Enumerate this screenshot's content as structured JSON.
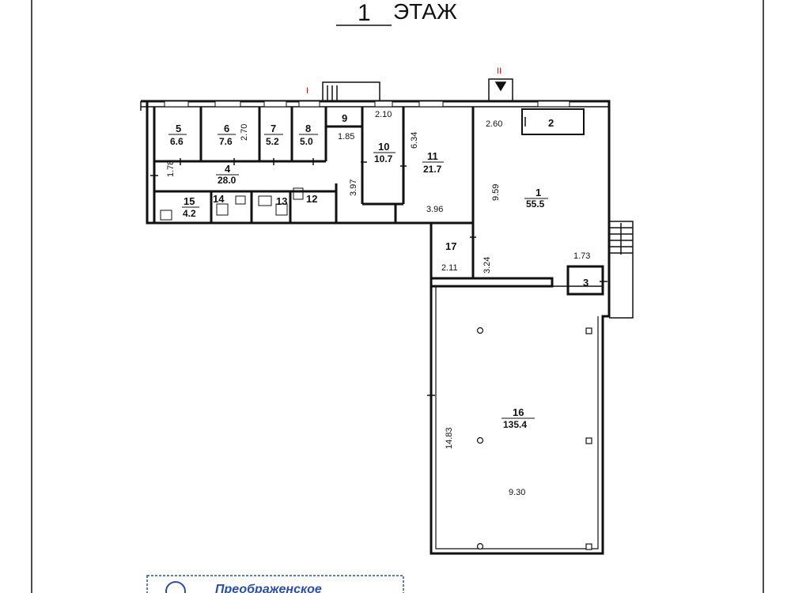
{
  "title": {
    "floor_number": "1",
    "floor_label": "ЭТАЖ"
  },
  "sections": {
    "first": "I",
    "second": "II"
  },
  "rooms": {
    "r1": {
      "number": "1",
      "area": "55.5"
    },
    "r2": {
      "number": "2"
    },
    "r3": {
      "number": "3"
    },
    "r4": {
      "number": "4",
      "area": "28.0"
    },
    "r5": {
      "number": "5",
      "area": "6.6"
    },
    "r6": {
      "number": "6",
      "area": "7.6"
    },
    "r7": {
      "number": "7",
      "area": "5.2"
    },
    "r8": {
      "number": "8",
      "area": "5.0"
    },
    "r9": {
      "number": "9"
    },
    "r10": {
      "number": "10",
      "area": "10.7"
    },
    "r11": {
      "number": "11",
      "area": "21.7"
    },
    "r12": {
      "number": "12"
    },
    "r13": {
      "number": "13"
    },
    "r14": {
      "number": "14"
    },
    "r15": {
      "number": "15",
      "area": "4.2"
    },
    "r16": {
      "number": "16",
      "area": "135.4"
    },
    "r17": {
      "number": "17"
    }
  },
  "dimensions": {
    "d270": "2.70",
    "d185": "1.85",
    "d210": "2.10",
    "d634": "6.34",
    "d260": "2.60",
    "d178": "1.78",
    "d397": "3.97",
    "d396": "3.96",
    "d959": "9.59",
    "d324": "3.24",
    "d211": "2.11",
    "d173": "1.73",
    "d1483": "14.83",
    "d930": "9.30"
  },
  "stamp": {
    "text": "Преображенское"
  },
  "colors": {
    "line": "#111111",
    "section_mark": "#dd1111",
    "stamp": "#2a4fa8"
  }
}
